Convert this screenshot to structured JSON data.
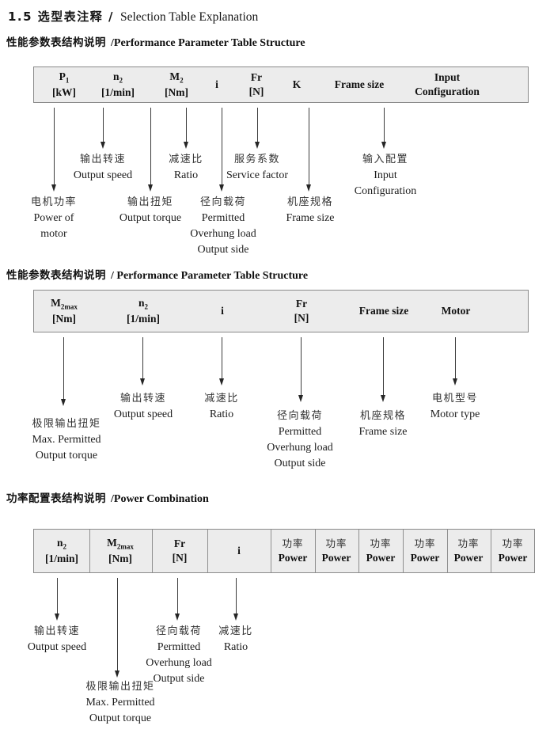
{
  "page": {
    "title_zh": "1.5 选型表注释 /",
    "title_en": "Selection Table Explanation"
  },
  "s1": {
    "heading_zh": "性能参数表结构说明",
    "heading_en": "/Performance Parameter Table Structure",
    "cols": [
      {
        "sym": "P",
        "sub": "1",
        "line2": "[kW]"
      },
      {
        "sym": "n",
        "sub": "2",
        "line2": "[1/min]"
      },
      {
        "sym": "M",
        "sub": "2",
        "line2": "[Nm]"
      },
      {
        "sym": "i"
      },
      {
        "sym": "Fr",
        "line2": "[N]"
      },
      {
        "sym": "K"
      },
      {
        "sym": "Frame size"
      },
      {
        "sym": "Input",
        "line2": "Configuration"
      }
    ],
    "callouts": [
      {
        "col": "P1",
        "lines": [
          "电机功率",
          "Power of",
          "motor"
        ]
      },
      {
        "col": "n2",
        "lines": [
          "输出转速",
          "Output speed"
        ]
      },
      {
        "col": "M2",
        "lines": [
          "输出扭矩",
          "Output torque"
        ]
      },
      {
        "col": "i",
        "lines": [
          "减速比",
          "Ratio"
        ]
      },
      {
        "col": "Fr",
        "lines": [
          "径向载荷",
          "Permitted",
          "Overhung load",
          "Output side"
        ]
      },
      {
        "col": "K",
        "lines": [
          "服务系数",
          "Service factor"
        ]
      },
      {
        "col": "Frame size",
        "lines": [
          "机座规格",
          "Frame size"
        ]
      },
      {
        "col": "Input",
        "lines": [
          "输入配置",
          "Input",
          "Configuration"
        ]
      }
    ]
  },
  "s2": {
    "heading_zh": "性能参数表结构说明",
    "heading_en": "/ Performance Parameter Table Structure",
    "cols": [
      {
        "sym": "M",
        "sub": "2max",
        "line2": "[Nm]"
      },
      {
        "sym": "n",
        "sub": "2",
        "line2": "[1/min]"
      },
      {
        "sym": "i"
      },
      {
        "sym": "Fr",
        "line2": "[N]"
      },
      {
        "sym": "Frame size"
      },
      {
        "sym": "Motor"
      }
    ],
    "callouts": [
      {
        "col": "M2max",
        "lines": [
          "极限输出扭矩",
          "Max. Permitted",
          "Output torque"
        ]
      },
      {
        "col": "n2",
        "lines": [
          "输出转速",
          "Output speed"
        ]
      },
      {
        "col": "i",
        "lines": [
          "减速比",
          "Ratio"
        ]
      },
      {
        "col": "Fr",
        "lines": [
          "径向载荷",
          "Permitted",
          "Overhung load",
          "Output side"
        ]
      },
      {
        "col": "Frame size",
        "lines": [
          "机座规格",
          "Frame size"
        ]
      },
      {
        "col": "Motor",
        "lines": [
          "电机型号",
          "Motor type"
        ]
      }
    ]
  },
  "s3": {
    "heading_zh": "功率配置表结构说明",
    "heading_en": "/Power Combination",
    "cols": [
      {
        "sym": "n",
        "sub": "2",
        "line2": "[1/min]"
      },
      {
        "sym": "M",
        "sub": "2max",
        "line2": "[Nm]"
      },
      {
        "sym": "Fr",
        "line2": "[N]"
      },
      {
        "sym": "i"
      }
    ],
    "power_cols": [
      {
        "zh": "功率",
        "en": "Power"
      },
      {
        "zh": "功率",
        "en": "Power"
      },
      {
        "zh": "功率",
        "en": "Power"
      },
      {
        "zh": "功率",
        "en": "Power"
      },
      {
        "zh": "功率",
        "en": "Power"
      },
      {
        "zh": "功率",
        "en": "Power"
      }
    ],
    "callouts": [
      {
        "col": "n2",
        "lines": [
          "输出转速",
          "Output speed"
        ]
      },
      {
        "col": "M2max",
        "lines": [
          "极限输出扭矩",
          "Max. Permitted",
          "Output torque"
        ]
      },
      {
        "col": "Fr",
        "lines": [
          "径向载荷",
          "Permitted",
          "Overhung load",
          "Output side"
        ]
      },
      {
        "col": "i",
        "lines": [
          "减速比",
          "Ratio"
        ]
      }
    ]
  }
}
